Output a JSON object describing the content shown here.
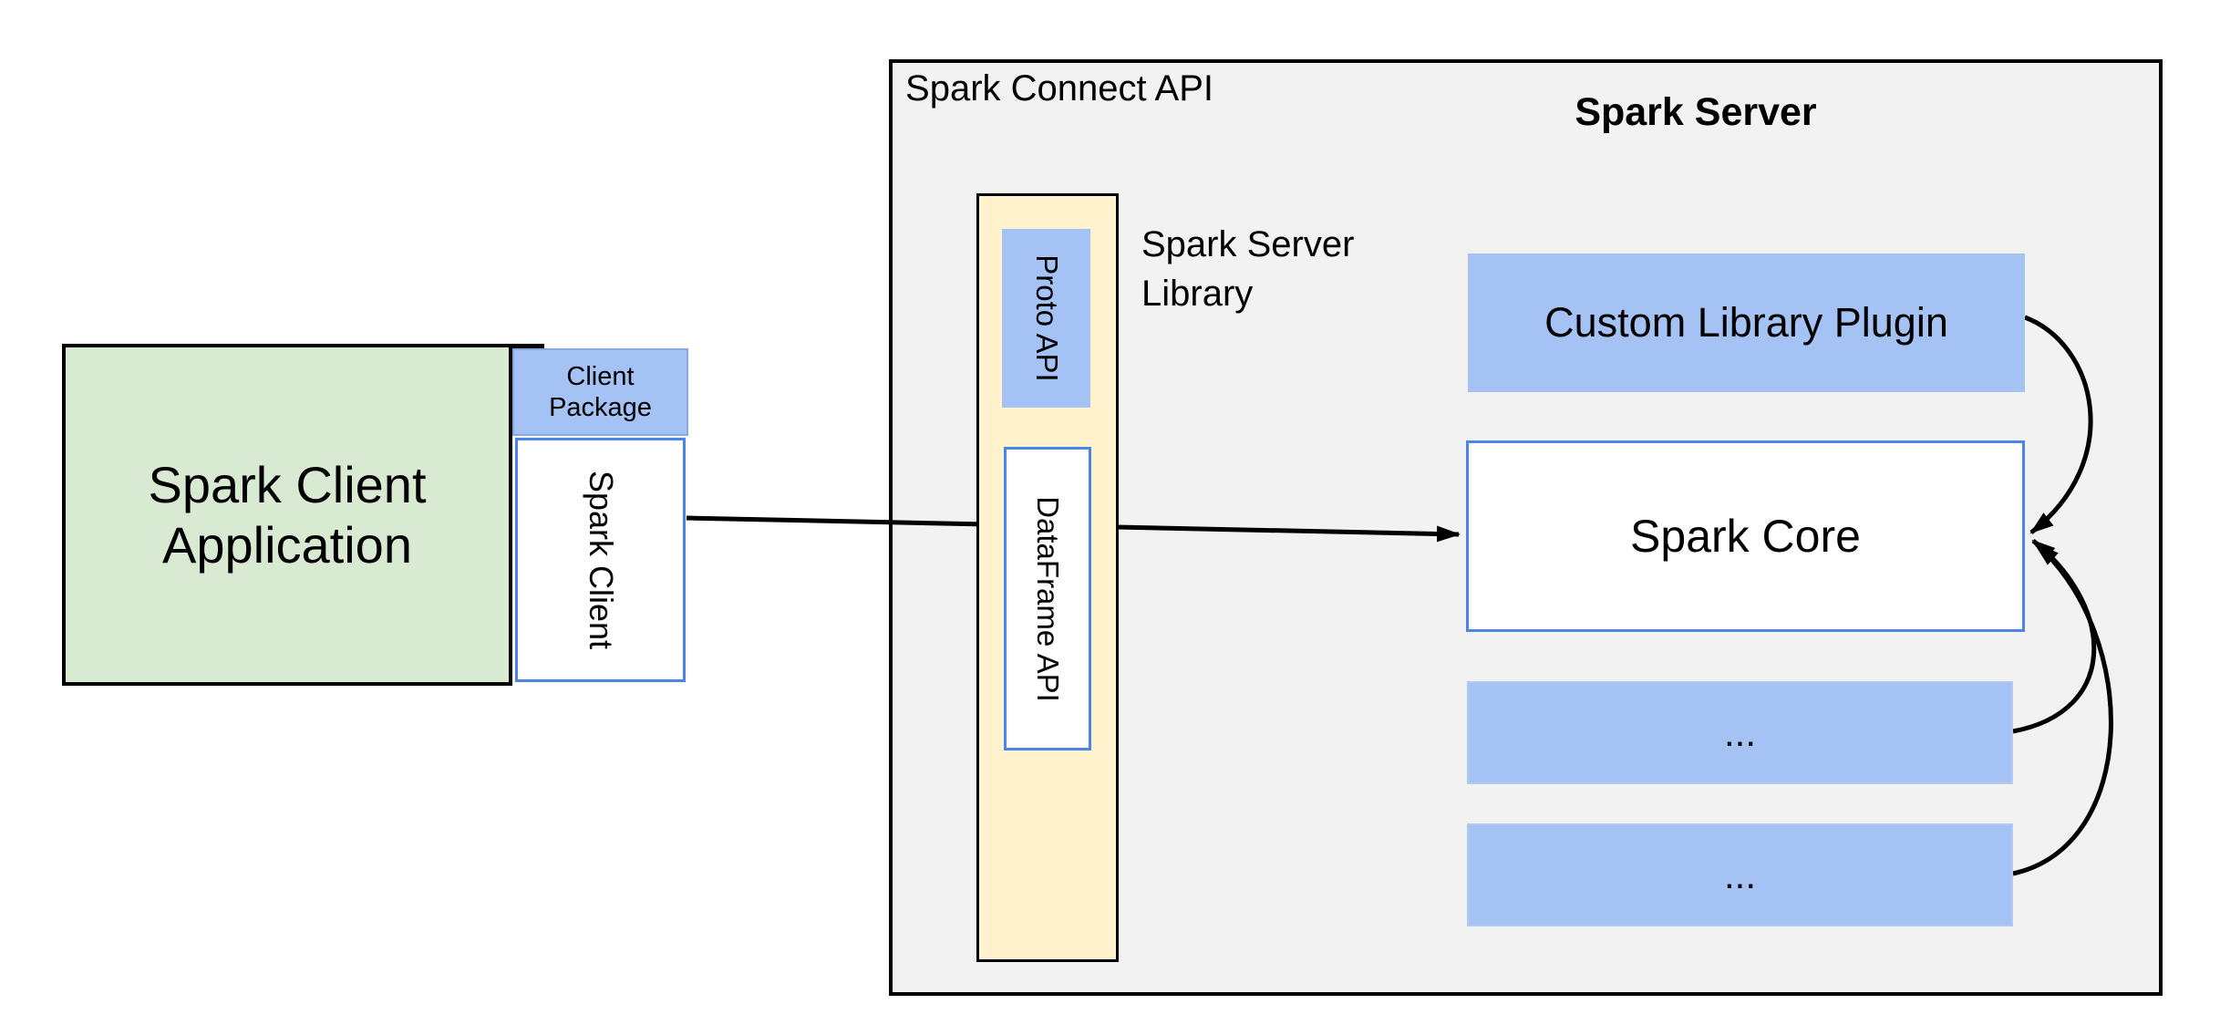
{
  "diagram": {
    "client": {
      "application_label": "Spark Client Application",
      "package_label": "Client Package",
      "spark_client_label": "Spark Client"
    },
    "spark_connect": {
      "title": "Spark Connect API",
      "server_library_label": "Spark Server Library",
      "proto_api_label": "Proto API",
      "dataframe_api_label": "DataFrame API"
    },
    "spark_server": {
      "title": "Spark Server",
      "custom_plugin_label": "Custom Library Plugin",
      "core_label": "Spark Core",
      "placeholder_box_1": "...",
      "placeholder_box_2": "..."
    },
    "colors": {
      "green_fill": "#d9ead3",
      "blue_fill": "#a4c2f4",
      "yellow_fill": "#fff2cc",
      "gray_fill": "#f2f2f2",
      "blue_border": "#4a86e8",
      "line_color": "#000000"
    }
  }
}
